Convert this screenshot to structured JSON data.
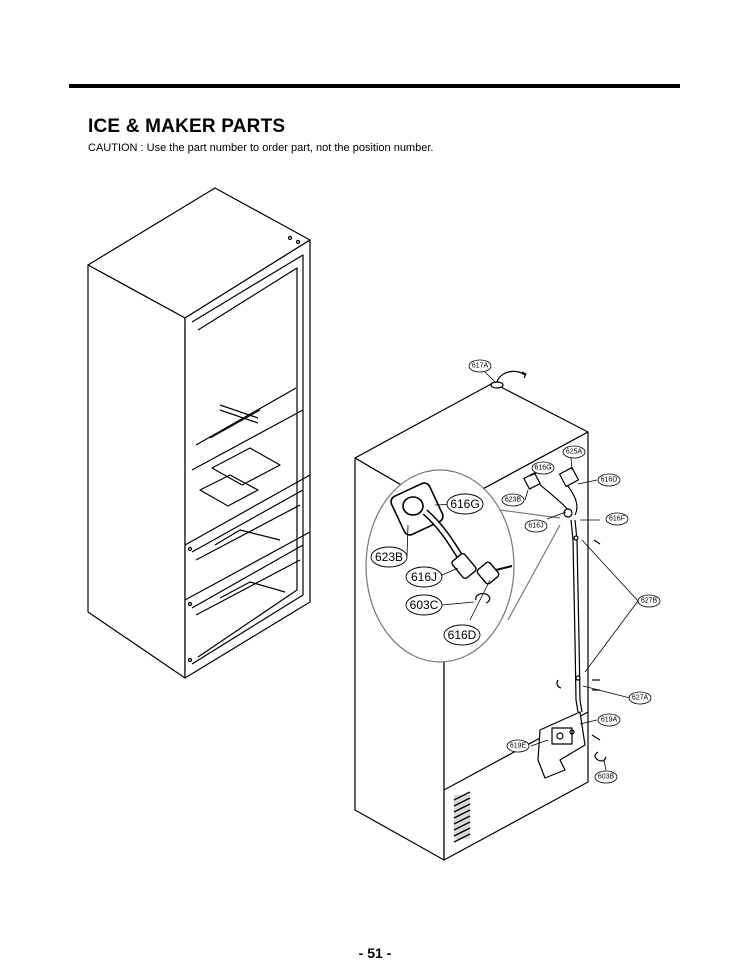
{
  "header": {
    "title": "ICE & MAKER PARTS",
    "caution": "CAUTION : Use the part number to order part, not the position number."
  },
  "footer": {
    "page_number": "- 51 -"
  },
  "callouts_small": {
    "c617A": "617A",
    "c625A": "625A",
    "c616G": "616G",
    "c616D": "616D",
    "c623B": "623B",
    "c616J": "616J",
    "c616F": "616F",
    "c627B": "627B",
    "c627A": "627A",
    "c619A": "619A",
    "c619E": "619E",
    "c603B": "603B"
  },
  "callouts_detail": {
    "c616G": "616G",
    "c623B": "623B",
    "c616J": "616J",
    "c603C": "603C",
    "c616D": "616D"
  }
}
